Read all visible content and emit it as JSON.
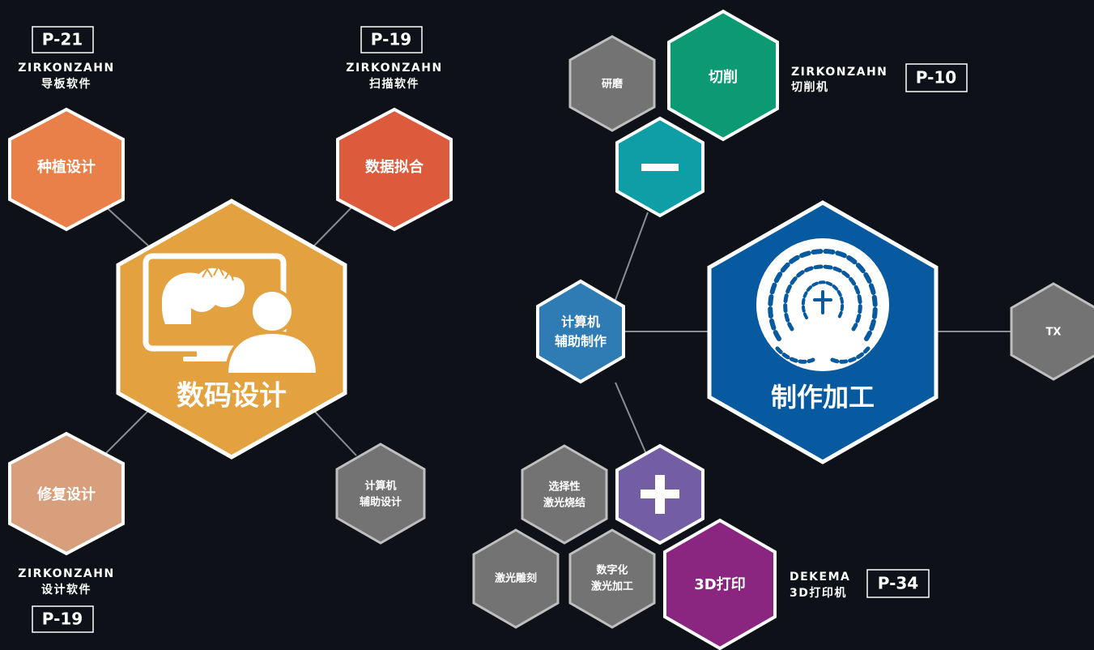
{
  "left_cluster": {
    "center": {
      "label": "数码设计"
    },
    "nodes": {
      "implant_design": {
        "label": "种植设计"
      },
      "data_fitting": {
        "label": "数据拟合"
      },
      "restoration_design": {
        "label": "修复设计"
      },
      "cad": {
        "line1": "计算机",
        "line2": "辅助设计"
      }
    },
    "captions": {
      "top_left": {
        "brand": "ZIRKONZAHN",
        "product": "导板软件",
        "page": "P-21"
      },
      "top_right": {
        "brand": "ZIRKONZAHN",
        "product": "扫描软件",
        "page": "P-19"
      },
      "bottom_left": {
        "brand": "ZIRKONZAHN",
        "product": "设计软件",
        "page": "P-19"
      }
    }
  },
  "right_cluster": {
    "center": {
      "label": "制作加工"
    },
    "nodes": {
      "cam": {
        "line1": "计算机",
        "line2": "辅助制作"
      },
      "subtractive": {
        "symbol": "—"
      },
      "additive": {
        "symbol": "+"
      },
      "grinding": {
        "label": "研磨"
      },
      "cutting": {
        "label": "切削"
      },
      "tx": {
        "label": "TX"
      },
      "sls": {
        "line1": "选择性",
        "line2": "激光烧结"
      },
      "laser_engraving": {
        "label": "激光雕刻"
      },
      "digital_laser": {
        "line1": "数字化",
        "line2": "激光加工"
      },
      "printing": {
        "label": "3D打印"
      }
    },
    "captions": {
      "cutting": {
        "brand": "ZIRKONZAHN",
        "product": "切削机",
        "page": "P-10"
      },
      "printing": {
        "brand": "DEKEMA",
        "product": "3D打印机",
        "page": "P-34"
      }
    }
  },
  "colors": {
    "background": "#0e1117",
    "design_orange": "#e3a13f",
    "implant_orange": "#e9804a",
    "fitting_red": "#dc5b3c",
    "restoration_tan": "#d79f7c",
    "gray": "#737373",
    "cam_blue": "#2f7cb4",
    "production_blue": "#075aa0",
    "teal": "#0f9ea5",
    "cutting_green": "#0c9a73",
    "purple": "#745ea3",
    "magenta": "#8a2580"
  }
}
